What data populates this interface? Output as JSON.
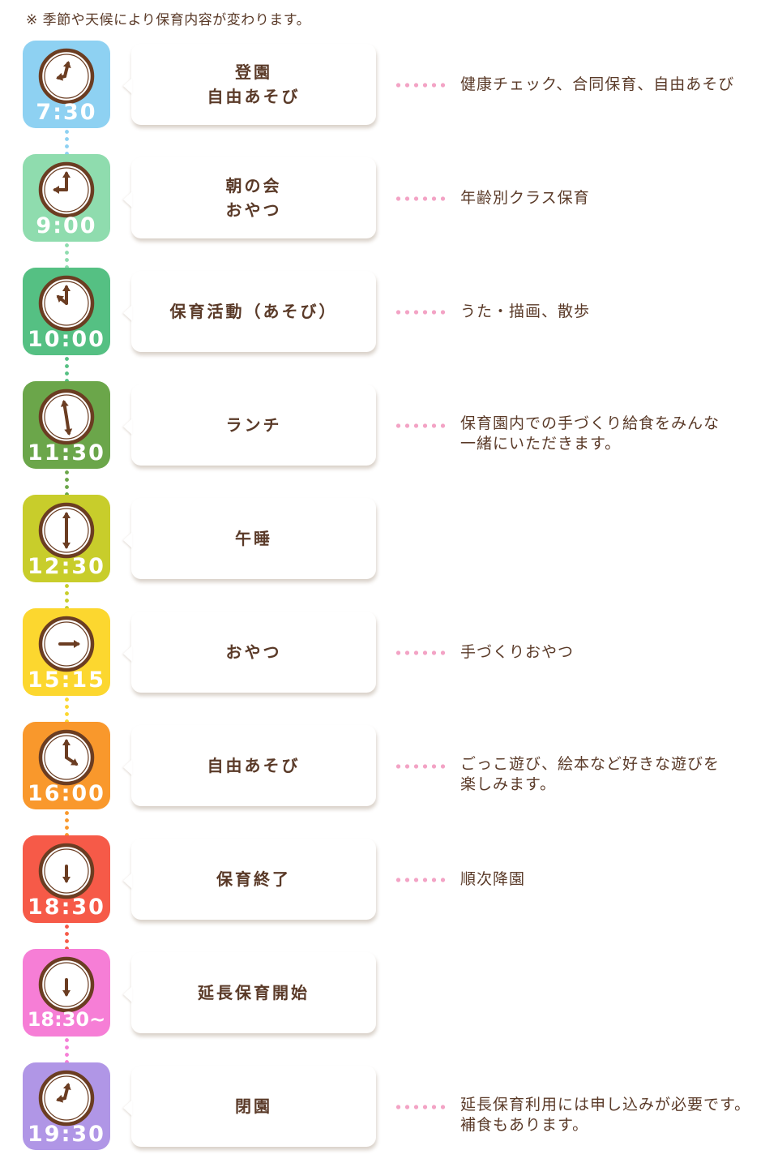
{
  "note": "※ 季節や天候により保育内容が変わります。",
  "schedule": [
    {
      "time": "7:30",
      "color": "#8ed1f2",
      "hand": "twoleft",
      "activity": "登園\n自由あそび",
      "description": "健康チェック、合同保育、自由あそび"
    },
    {
      "time": "9:00",
      "color": "#8fdcae",
      "hand": "nine",
      "activity": "朝の会\nおやつ",
      "description": "年齢別クラス保育"
    },
    {
      "time": "10:00",
      "color": "#55c083",
      "hand": "ten",
      "activity": "保育活動（あそび）",
      "description": "うた・描画、散歩"
    },
    {
      "time": "11:30",
      "color": "#6ba64a",
      "hand": "half",
      "activity": "ランチ",
      "description": "保育園内での手づくり給食をみんな\n一緒にいただきます。"
    },
    {
      "time": "12:30",
      "color": "#c8cd2b",
      "hand": "vertical",
      "activity": "午睡",
      "description": ""
    },
    {
      "time": "15:15",
      "color": "#fcd72f",
      "hand": "right",
      "activity": "おやつ",
      "description": "手づくりおやつ"
    },
    {
      "time": "16:00",
      "color": "#f9982c",
      "hand": "four",
      "activity": "自由あそび",
      "description": "ごっこ遊び、絵本など好きな遊びを\n楽しみます。"
    },
    {
      "time": "18:30",
      "color": "#f65a48",
      "hand": "down",
      "activity": "保育終了",
      "description": "順次降園"
    },
    {
      "time": "18:30~",
      "color": "#f67ed6",
      "hand": "down",
      "activity": "延長保育開始",
      "description": ""
    },
    {
      "time": "19:30",
      "color": "#b096e6",
      "hand": "twoleft",
      "activity": "閉園",
      "description": "延長保育利用には申し込みが必要です。\n補食もあります。"
    }
  ]
}
